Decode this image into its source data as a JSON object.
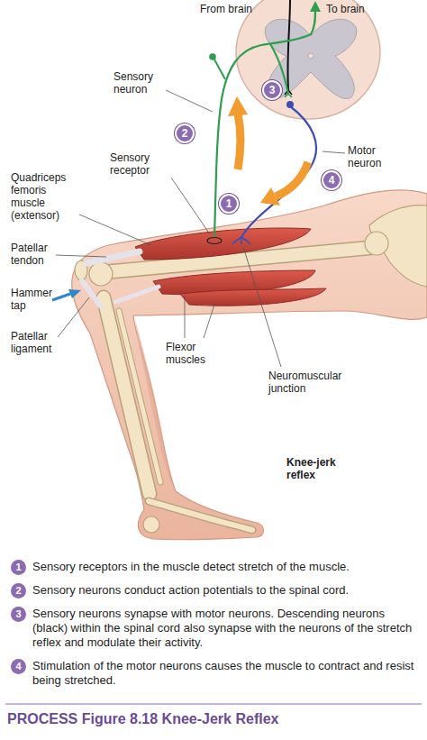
{
  "diagram": {
    "caption": "PROCESS Figure 8.18 Knee-Jerk Reflex",
    "nodes": [
      {
        "text": [
          "1"
        ]
      },
      {
        "text": [
          "2"
        ]
      },
      {
        "text": [
          "3"
        ]
      },
      {
        "text": [
          "4"
        ]
      },
      {
        "text": [
          "1"
        ]
      },
      {
        "text": [
          "2"
        ]
      },
      {
        "text": [
          "3"
        ]
      },
      {
        "text": [
          "4"
        ]
      }
    ],
    "labels": [
      "From brain",
      "To brain",
      "Sensory neuron",
      "Sensory receptor",
      "Quadriceps femoris muscle (extensor)",
      "Patellar tendon",
      "Hammer tap",
      "Patellar ligament",
      "Motor neuron",
      "Flexor muscles",
      "Neuromuscular junction",
      "Knee-jerk reflex",
      "Sensory receptors in the muscle detect stretch of the muscle.",
      "Sensory neurons conduct action potentials to the spinal cord.",
      "Sensory neurons synapse with motor neurons. Descending neurons (black) within the spinal cord also synapse with the neurons of the stretch reflex and modulate their activity.",
      "Stimulation of the motor neurons causes the muscle to contract and resist being stretched."
    ]
  }
}
